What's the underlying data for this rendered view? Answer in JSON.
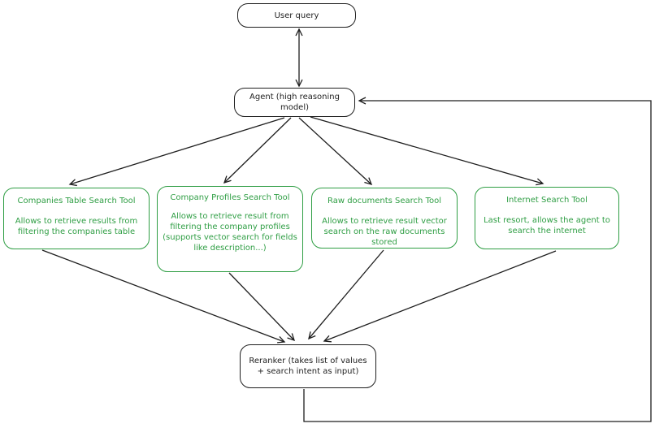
{
  "diagram": {
    "colors": {
      "background": "#ffffff",
      "node_stroke": "#1e1e1e",
      "tool_stroke": "#2f9e44",
      "arrow": "#1e1e1e"
    },
    "nodes": {
      "user_query": {
        "label": "User query"
      },
      "agent": {
        "label": "Agent (high reasoning model)"
      },
      "companies_table_tool": {
        "title": "Companies Table Search Tool",
        "description": "Allows to retrieve results from filtering the companies table"
      },
      "company_profiles_tool": {
        "title": "Company Profiles Search Tool",
        "description": "Allows to retrieve result from filtering the company profiles (supports vector search for fields like description...)"
      },
      "raw_documents_tool": {
        "title": "Raw documents Search Tool",
        "description": "Allows to retrieve result vector search on the raw documents stored"
      },
      "internet_tool": {
        "title": "Internet Search Tool",
        "description": "Last resort, allows the agent to search the internet"
      },
      "reranker": {
        "label": "Reranker (takes list of values + search intent as input)"
      }
    },
    "edges": [
      {
        "from": "user_query",
        "to": "agent",
        "bidirectional": true
      },
      {
        "from": "agent",
        "to": "companies_table_tool"
      },
      {
        "from": "agent",
        "to": "company_profiles_tool"
      },
      {
        "from": "agent",
        "to": "raw_documents_tool"
      },
      {
        "from": "agent",
        "to": "internet_tool"
      },
      {
        "from": "companies_table_tool",
        "to": "reranker"
      },
      {
        "from": "company_profiles_tool",
        "to": "reranker"
      },
      {
        "from": "raw_documents_tool",
        "to": "reranker"
      },
      {
        "from": "internet_tool",
        "to": "reranker"
      },
      {
        "from": "reranker",
        "to": "agent",
        "routing": "orthogonal-right-loop"
      }
    ]
  }
}
